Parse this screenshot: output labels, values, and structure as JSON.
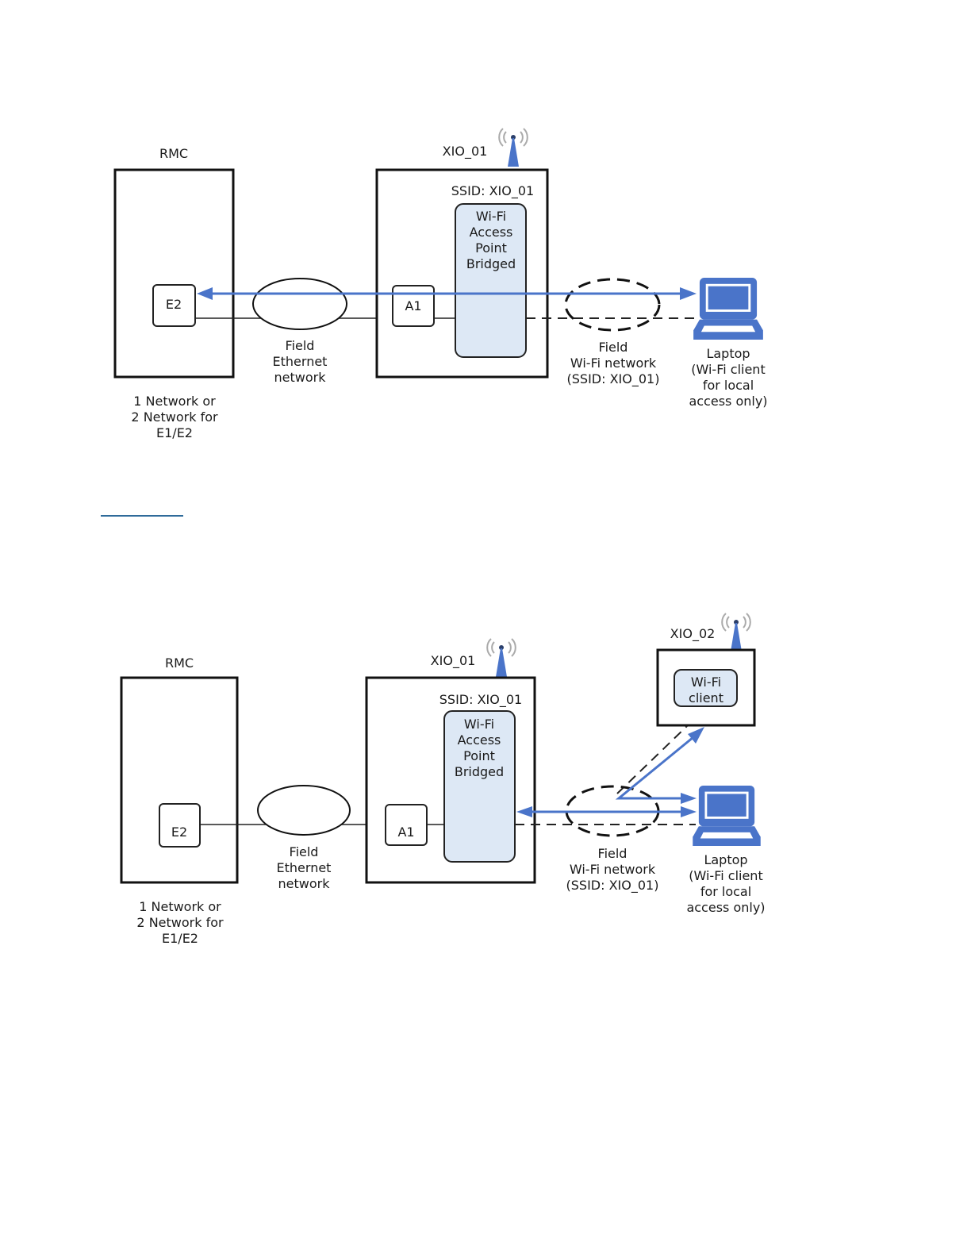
{
  "colors": {
    "flow_blue": "#4a74c9",
    "ap_fill": "#dde8f5",
    "device_blue": "#4a74c9"
  },
  "diagram1": {
    "rmc": {
      "title": "RMC",
      "port": "E2",
      "note": [
        "1 Network or",
        "2 Network for",
        "E1/E2"
      ]
    },
    "ethernet": {
      "label": [
        "Field",
        "Ethernet",
        "network"
      ]
    },
    "xio": {
      "title": "XIO_01",
      "ssid": "SSID: XIO_01",
      "port": "A1",
      "ap": [
        "Wi-Fi",
        "Access",
        "Point",
        "Bridged"
      ],
      "icon": "antenna-icon"
    },
    "wifi": {
      "label": [
        "Field",
        "Wi-Fi network",
        "(SSID: XIO_01)"
      ]
    },
    "laptop": {
      "icon": "laptop-icon",
      "label": [
        "Laptop",
        "(Wi-Fi client",
        "for local",
        "access only)"
      ]
    }
  },
  "diagram2": {
    "rmc": {
      "title": "RMC",
      "port": "E2",
      "note": [
        "1 Network or",
        "2 Network for",
        "E1/E2"
      ]
    },
    "ethernet": {
      "label": [
        "Field",
        "Ethernet",
        "network"
      ]
    },
    "xio": {
      "title": "XIO_01",
      "ssid": "SSID: XIO_01",
      "port": "A1",
      "ap": [
        "Wi-Fi",
        "Access",
        "Point",
        "Bridged"
      ],
      "icon": "antenna-icon"
    },
    "xio2": {
      "title": "XIO_02",
      "client": [
        "Wi-Fi",
        "client"
      ],
      "icon": "antenna-icon"
    },
    "wifi": {
      "label": [
        "Field",
        "Wi-Fi network",
        "(SSID: XIO_01)"
      ]
    },
    "laptop": {
      "icon": "laptop-icon",
      "label": [
        "Laptop",
        "(Wi-Fi client",
        "for local",
        "access only)"
      ]
    }
  }
}
